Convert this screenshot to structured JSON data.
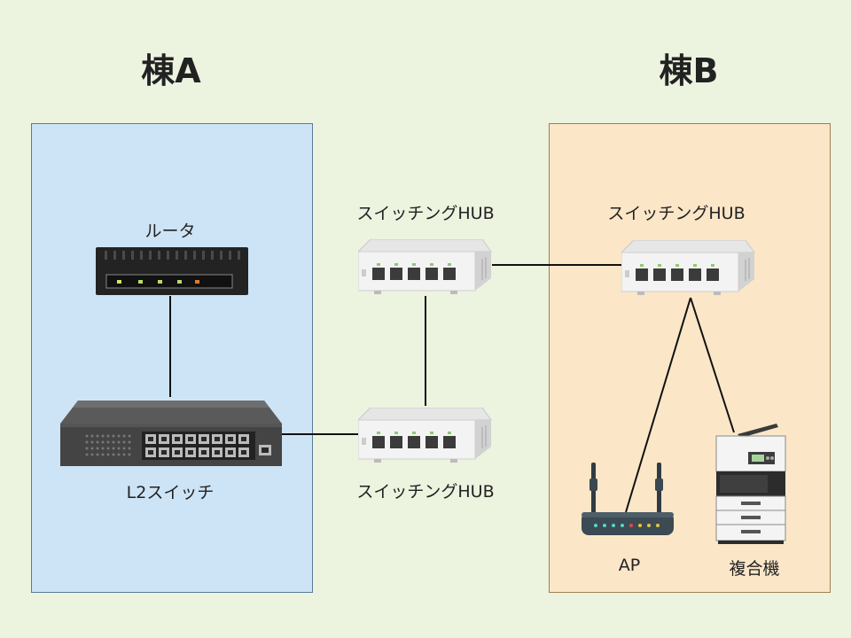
{
  "buildings": {
    "a": {
      "title": "棟A",
      "color": "#cde4f6"
    },
    "b": {
      "title": "棟B",
      "color": "#fbe6c8"
    }
  },
  "devices": {
    "router": {
      "label": "ルータ",
      "icon": "router-icon"
    },
    "l2_switch": {
      "label": "L2スイッチ",
      "icon": "l2-switch-icon"
    },
    "hub_top": {
      "label": "スイッチングHUB",
      "icon": "switching-hub-icon"
    },
    "hub_bottom": {
      "label": "スイッチングHUB",
      "icon": "switching-hub-icon"
    },
    "hub_b": {
      "label": "スイッチングHUB",
      "icon": "switching-hub-icon"
    },
    "ap": {
      "label": "AP",
      "icon": "wireless-ap-icon"
    },
    "mfp": {
      "label": "複合機",
      "icon": "multifunction-printer-icon"
    }
  },
  "connections": [
    [
      "router",
      "l2_switch"
    ],
    [
      "l2_switch",
      "hub_bottom"
    ],
    [
      "hub_bottom",
      "hub_top"
    ],
    [
      "hub_top",
      "hub_b"
    ],
    [
      "hub_b",
      "ap"
    ],
    [
      "hub_b",
      "mfp"
    ]
  ]
}
